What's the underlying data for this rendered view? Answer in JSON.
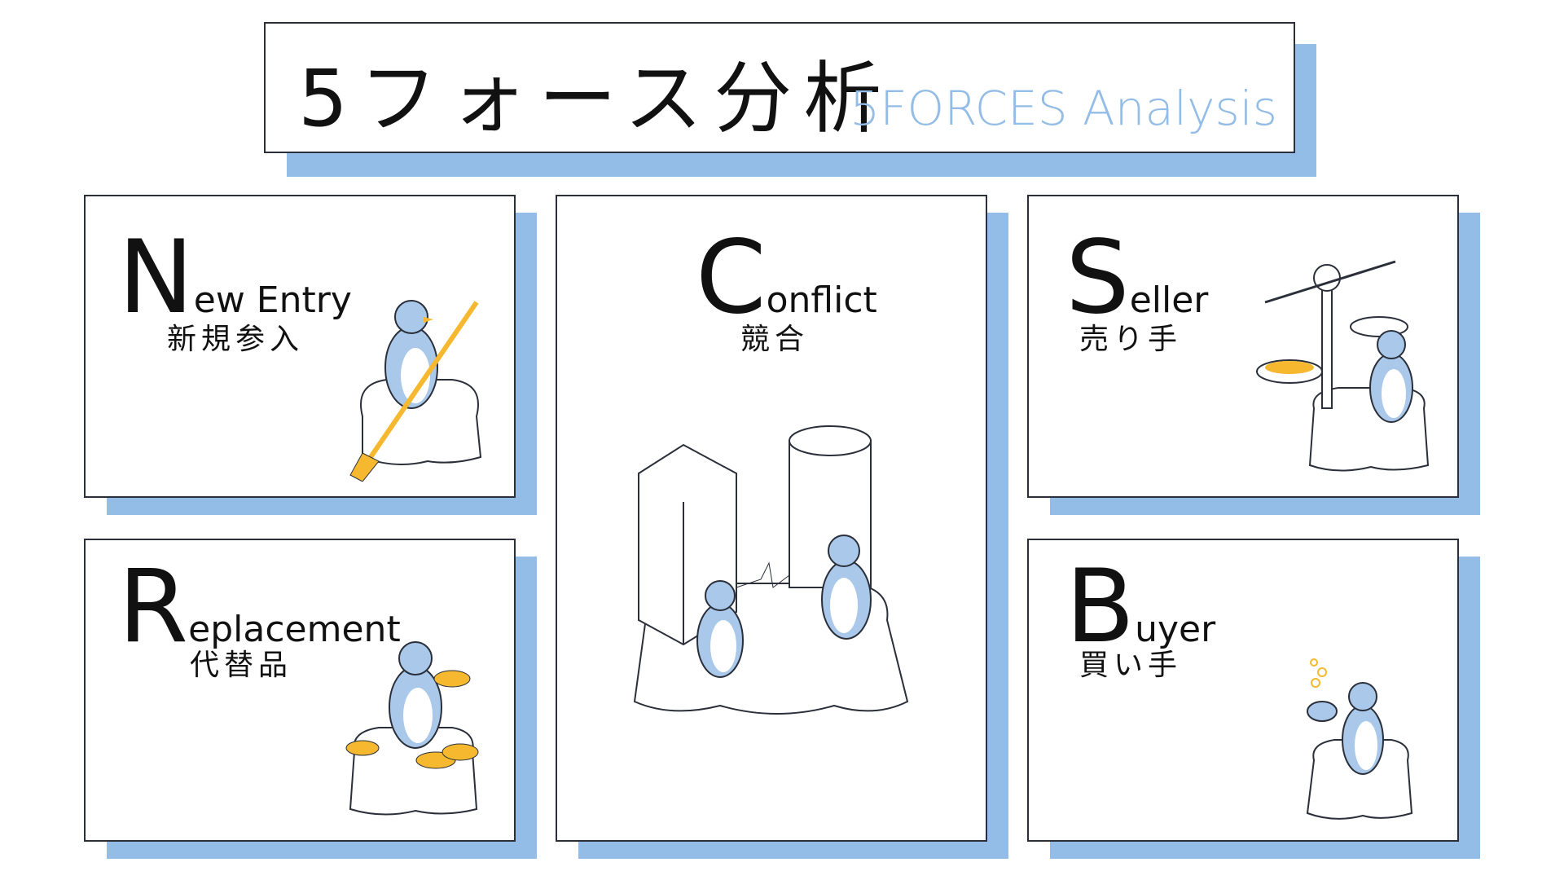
{
  "title": {
    "main": "5フォース分析",
    "sub": "5FORCES Analysis"
  },
  "colors": {
    "accent": "#93bce6",
    "penguin": "#a9c8ea",
    "gold": "#f5b82e",
    "line": "#2a2f3a"
  },
  "cards": {
    "new_entry": {
      "initial": "N",
      "rest": "ew Entry",
      "jp": "新規参入",
      "icon": "penguin-rowing-icon"
    },
    "replacement": {
      "initial": "R",
      "rest": "eplacement",
      "jp": "代替品",
      "icon": "penguin-fish-icon"
    },
    "conflict": {
      "initial": "C",
      "rest": "onflict",
      "jp": "競合",
      "icon": "penguins-buildings-icon"
    },
    "seller": {
      "initial": "S",
      "rest": "eller",
      "jp": "売り手",
      "icon": "penguin-scale-icon"
    },
    "buyer": {
      "initial": "B",
      "rest": "uyer",
      "jp": "買い手",
      "icon": "penguin-wallet-icon"
    }
  }
}
